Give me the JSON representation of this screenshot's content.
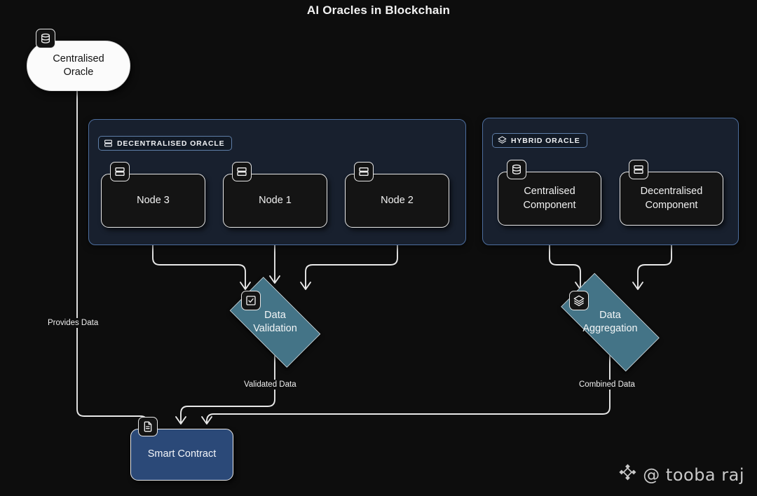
{
  "title": "AI Oracles in Blockchain",
  "colors": {
    "background": "#0d0d0d",
    "cluster_fill": "#18202e",
    "cluster_border": "#4d6e9e",
    "node_fill": "#141414",
    "node_border": "#e9e9e9",
    "pill_fill": "#fbfbfb",
    "diamond_fill": "#447487",
    "contract_fill": "#2b4978",
    "edge_stroke": "#e8e8e8",
    "text_light": "#f1f1f1",
    "text_dark": "#111111"
  },
  "clusters": [
    {
      "id": "decentralised",
      "label": "DECENTRALISED ORACLE",
      "icon": "server-rack-icon"
    },
    {
      "id": "hybrid",
      "label": "HYBRID ORACLE",
      "icon": "layers-icon"
    }
  ],
  "nodes": {
    "centralised_oracle": {
      "label": "Centralised\nOracle",
      "line1": "Centralised",
      "line2": "Oracle",
      "icon": "database-icon",
      "shape": "pill"
    },
    "node3": {
      "label": "Node 3",
      "icon": "server-rack-icon",
      "shape": "box"
    },
    "node1": {
      "label": "Node 1",
      "icon": "server-rack-icon",
      "shape": "box"
    },
    "node2": {
      "label": "Node 2",
      "icon": "server-rack-icon",
      "shape": "box"
    },
    "centralised_component": {
      "line1": "Centralised",
      "line2": "Component",
      "icon": "database-icon",
      "shape": "box"
    },
    "decentralised_component": {
      "line1": "Decentralised",
      "line2": "Component",
      "icon": "server-rack-icon",
      "shape": "box"
    },
    "data_validation": {
      "line1": "Data",
      "line2": "Validation",
      "icon": "check-square-icon",
      "shape": "diamond"
    },
    "data_aggregation": {
      "line1": "Data",
      "line2": "Aggregation",
      "icon": "layers-icon",
      "shape": "diamond"
    },
    "smart_contract": {
      "label": "Smart Contract",
      "icon": "document-icon",
      "shape": "box"
    }
  },
  "edge_labels": {
    "provides_data": "Provides Data",
    "validated_data": "Validated Data",
    "combined_data": "Combined Data"
  },
  "watermark": {
    "handle": "@ tooba raj",
    "icon": "diamond-cluster-logo"
  }
}
